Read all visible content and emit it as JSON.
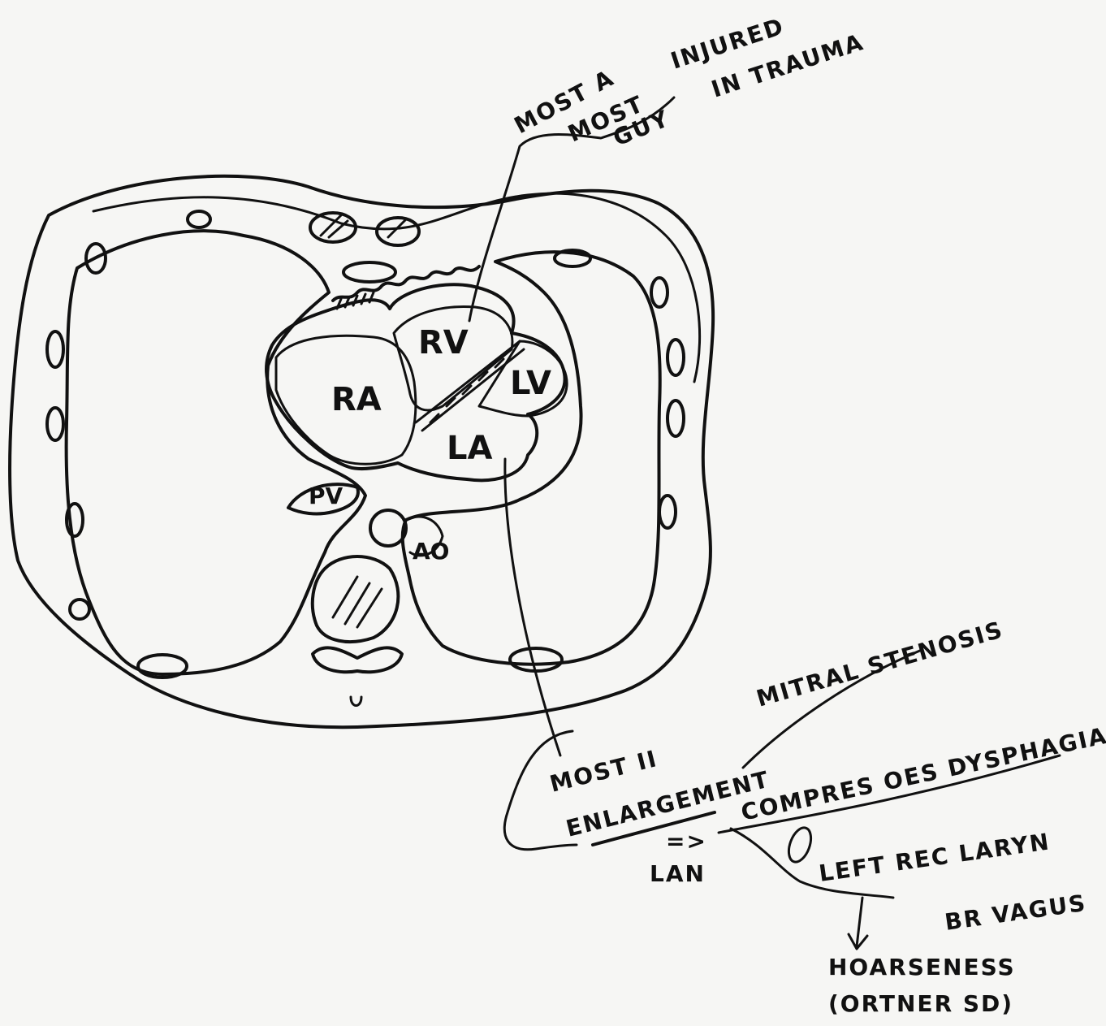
{
  "labels": {
    "rv": "RV",
    "ra": "RA",
    "lv": "LV",
    "la": "LA",
    "pv": "PV",
    "ao": "AO"
  },
  "notes": {
    "rv_line1": "MOST A",
    "rv_line2": "INJURED",
    "rv_line3": "MOST",
    "rv_line4": "IN TRAUMA",
    "rv_line5": "GUY",
    "la_line1": "MOST II",
    "la_line2": "ENLARGEMENT",
    "la_cause": "MITRAL STENOSIS",
    "la_effect1": "COMPRES OES DYSPHAGIA",
    "la_arrow": "=>",
    "la_effect2": "LAN",
    "la_nerve": "LEFT REC LARYN",
    "la_branch": "BR VAGUS",
    "la_result1": "HOARSENESS",
    "la_result2": "(ORTNER SD)"
  }
}
